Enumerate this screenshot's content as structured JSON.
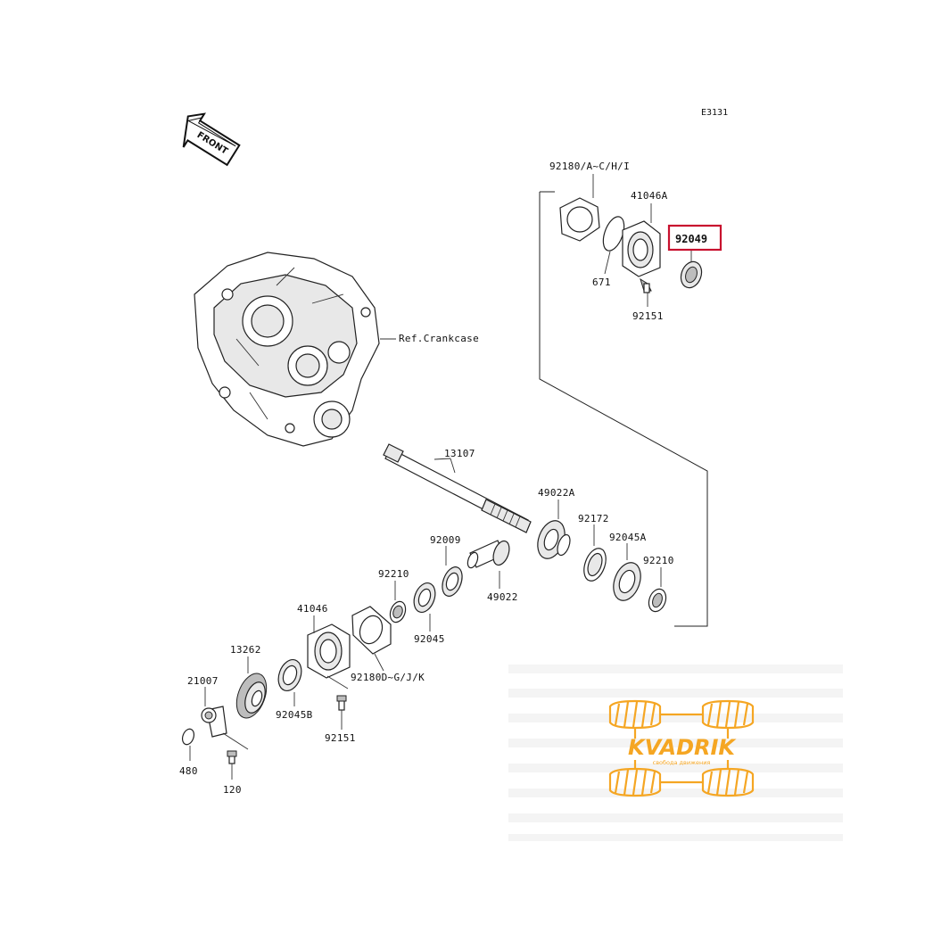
{
  "diagram_code": "E3131",
  "front_arrow_label": "FRONT",
  "crankcase_label": "Ref.Crankcase",
  "highlight_color": "#c8102e",
  "watermark": {
    "brand": "KVADRIK",
    "tagline": "свобода движения",
    "color": "#f5a623"
  },
  "parts": {
    "p92180_ac": "92180/A~C/H/I",
    "p41046A": "41046A",
    "p92049": "92049",
    "p671": "671",
    "p92151_top": "92151",
    "p13107": "13107",
    "p49022A": "49022A",
    "p92172": "92172",
    "p92009": "92009",
    "p92045A": "92045A",
    "p92210_right": "92210",
    "p92210_left": "92210",
    "p49022": "49022",
    "p92045": "92045",
    "p41046": "41046",
    "p92180_dg": "92180D~G/J/K",
    "p13262": "13262",
    "p92045B": "92045B",
    "p21007": "21007",
    "p92151_bottom": "92151",
    "p480": "480",
    "p120": "120"
  }
}
